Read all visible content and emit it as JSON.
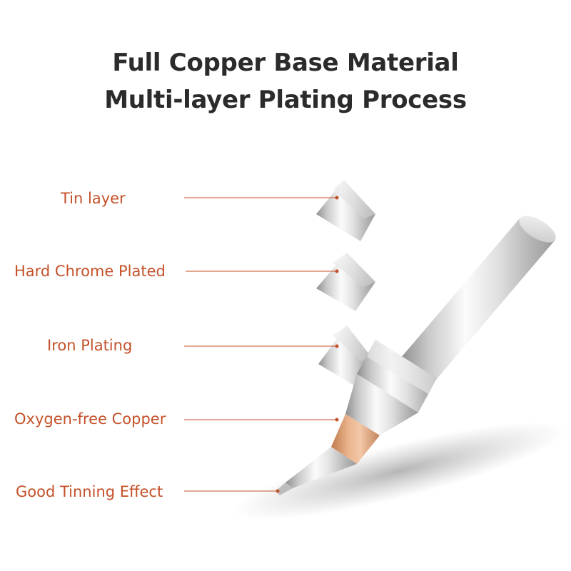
{
  "title": {
    "line1": "Full Copper Base Material",
    "line2": "Multi-layer Plating Process"
  },
  "layers": [
    {
      "label": "Tin layer"
    },
    {
      "label": "Hard Chrome Plated"
    },
    {
      "label": "Iron Plating"
    },
    {
      "label": "Oxygen-free Copper"
    },
    {
      "label": "Good Tinning Effect"
    }
  ],
  "colors": {
    "title": "#2b2b2b",
    "label": "#c4512a",
    "leader": "#c4512a",
    "copper": "#e0a57a",
    "silver": "#d4d4d4"
  }
}
